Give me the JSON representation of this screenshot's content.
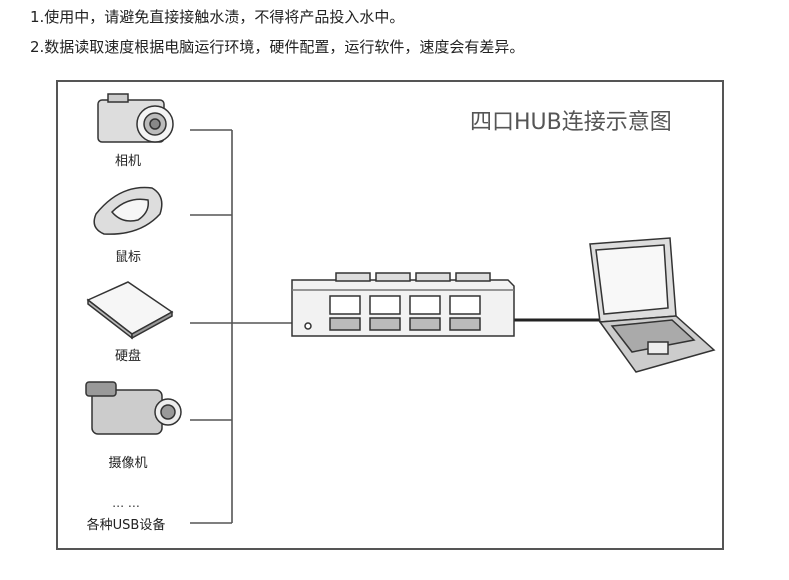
{
  "notes": [
    "1.使用中，请避免直接接触水渍，不得将产品投入水中。",
    "2.数据读取速度根据电脑运行环境，硬件配置，运行软件，速度会有差异。"
  ],
  "diagram": {
    "title": "四口HUB连接示意图",
    "devices": [
      {
        "label": "相机",
        "icon": "camera-icon"
      },
      {
        "label": "鼠标",
        "icon": "mouse-icon"
      },
      {
        "label": "硬盘",
        "icon": "hard-drive-icon"
      },
      {
        "label": "摄像机",
        "icon": "camcorder-icon"
      },
      {
        "label": "各种USB设备",
        "icon": "usb-device"
      }
    ],
    "ellipsis": "…  …",
    "hub": {
      "icon": "usb-hub-icon",
      "ports": 4
    },
    "computer": {
      "icon": "laptop-icon"
    }
  }
}
